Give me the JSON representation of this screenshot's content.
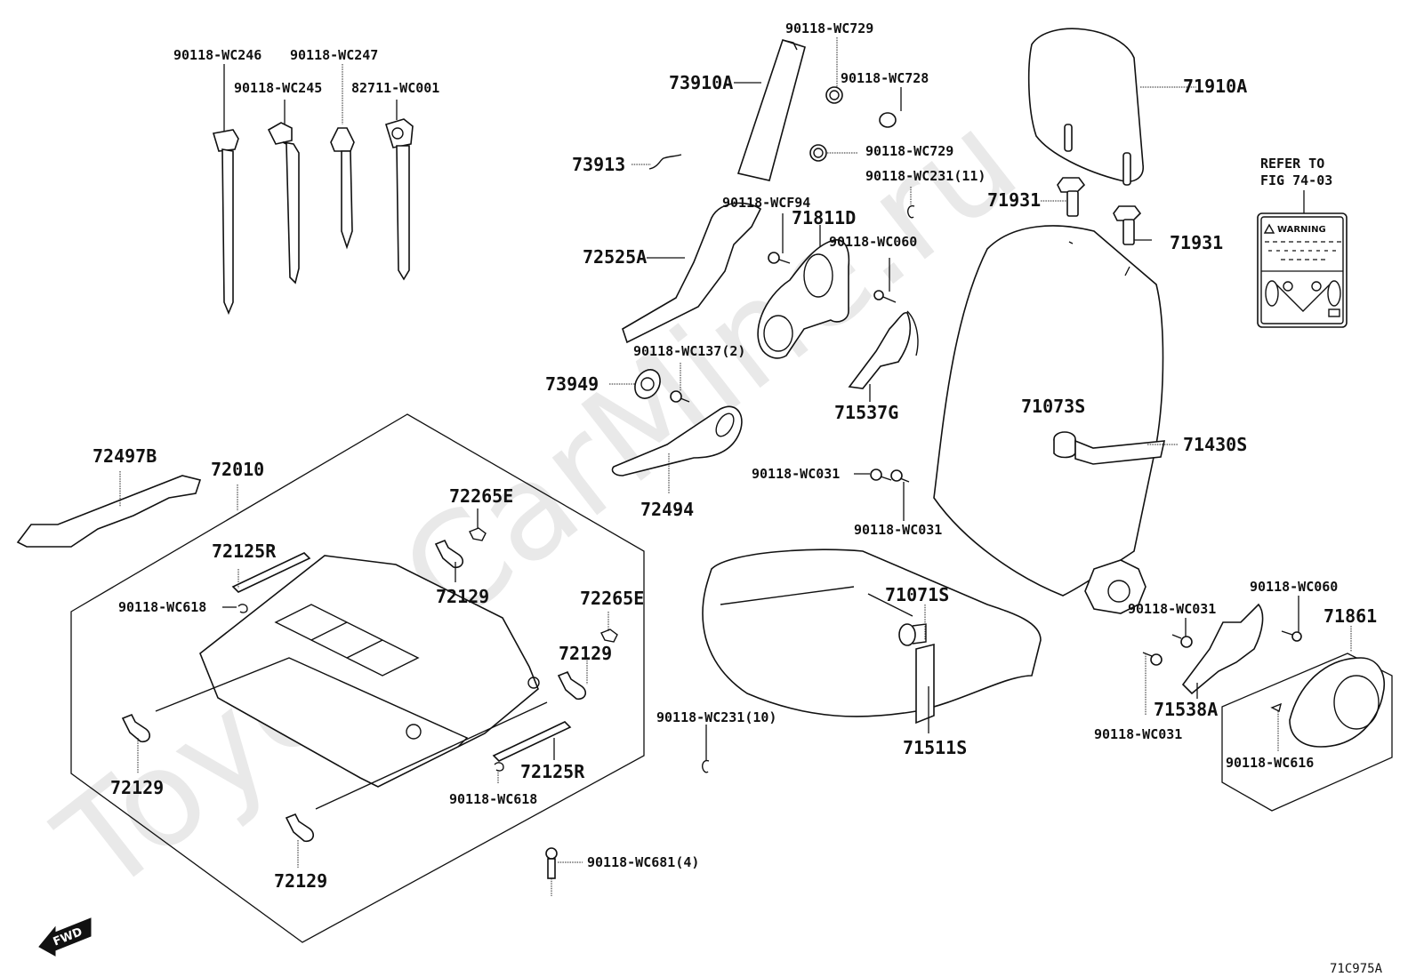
{
  "watermark": "ToyotaCarMine.ru",
  "figure_id": "71C975A",
  "fwd_label": "FWD",
  "refer_note": {
    "line1": "REFER TO",
    "line2": "FIG 74-03"
  },
  "warning_label": {
    "title": "WARNING"
  },
  "callouts": {
    "c90118_wc246": "90118-WC246",
    "c90118_wc247": "90118-WC247",
    "c90118_wc245": "90118-WC245",
    "c82711_wc001": "82711-WC001",
    "c90118_wc729_top": "90118-WC729",
    "c73910a": "73910A",
    "c90118_wc728": "90118-WC728",
    "c90118_wc729_mid": "90118-WC729",
    "c73913": "73913",
    "c90118_wc231_11": "90118-WC231(11)",
    "c90118_wcf94": "90118-WCF94",
    "c71811d": "71811D",
    "c72525a": "72525A",
    "c90118_wc060_top": "90118-WC060",
    "c90118_wc137_2": "90118-WC137(2)",
    "c73949": "73949",
    "c71537g": "71537G",
    "c72494": "72494",
    "c90118_wc031_a": "90118-WC031",
    "c90118_wc031_b": "90118-WC031",
    "c71910a": "71910A",
    "c71931_a": "71931",
    "c71931_b": "71931",
    "c71073s": "71073S",
    "c71430s": "71430S",
    "c72497b": "72497B",
    "c72010": "72010",
    "c72265e_a": "72265E",
    "c72125r_a": "72125R",
    "c90118_wc618_a": "90118-WC618",
    "c72129_a": "72129",
    "c72265e_b": "72265E",
    "c72129_b": "72129",
    "c72129_c": "72129",
    "c72125r_b": "72125R",
    "c90118_wc618_b": "90118-WC618",
    "c72129_d": "72129",
    "c90118_wc681_4": "90118-WC681(4)",
    "c90118_wc231_10": "90118-WC231(10)",
    "c71071s": "71071S",
    "c71511s": "71511S",
    "c90118_wc031_c": "90118-WC031",
    "c90118_wc060_b": "90118-WC060",
    "c71861": "71861",
    "c71538a": "71538A",
    "c90118_wc031_d": "90118-WC031",
    "c90118_wc616": "90118-WC616"
  }
}
